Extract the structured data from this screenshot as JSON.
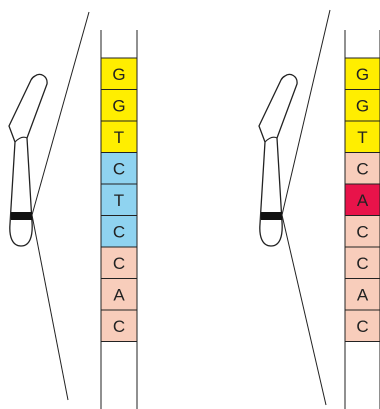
{
  "colors": {
    "yellow": "#ffee00",
    "blue": "#8fd3f0",
    "peach": "#f8cdbb",
    "red": "#e8134a",
    "outline": "#222222",
    "band": "#111111"
  },
  "panels": [
    {
      "id": "left",
      "bases": [
        {
          "letter": "G",
          "color": "yellow"
        },
        {
          "letter": "G",
          "color": "yellow"
        },
        {
          "letter": "T",
          "color": "yellow"
        },
        {
          "letter": "C",
          "color": "blue"
        },
        {
          "letter": "T",
          "color": "blue"
        },
        {
          "letter": "C",
          "color": "blue"
        },
        {
          "letter": "C",
          "color": "peach"
        },
        {
          "letter": "A",
          "color": "peach"
        },
        {
          "letter": "C",
          "color": "peach"
        }
      ]
    },
    {
      "id": "right",
      "bases": [
        {
          "letter": "G",
          "color": "yellow"
        },
        {
          "letter": "G",
          "color": "yellow"
        },
        {
          "letter": "T",
          "color": "yellow"
        },
        {
          "letter": "C",
          "color": "peach"
        },
        {
          "letter": "A",
          "color": "red"
        },
        {
          "letter": "C",
          "color": "peach"
        },
        {
          "letter": "C",
          "color": "peach"
        },
        {
          "letter": "A",
          "color": "peach"
        },
        {
          "letter": "C",
          "color": "peach"
        }
      ]
    }
  ]
}
